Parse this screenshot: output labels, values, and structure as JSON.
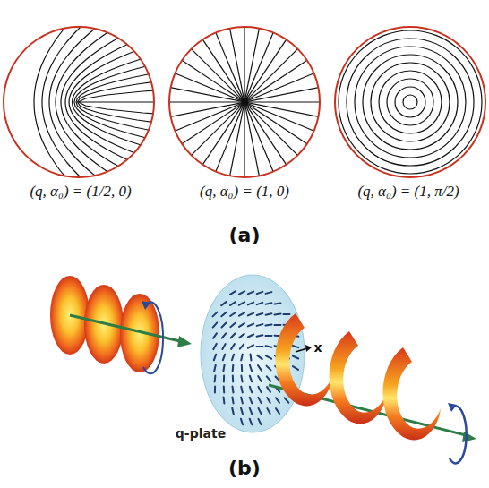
{
  "diagram": {
    "labels": [
      "(q, α₀) = (1/2, 0)",
      "(q, α₀) = (1, 0)",
      "(q, α₀) = (1, π/2)",
      "(a)",
      "q-plate",
      "x",
      "(b)"
    ]
  }
}
